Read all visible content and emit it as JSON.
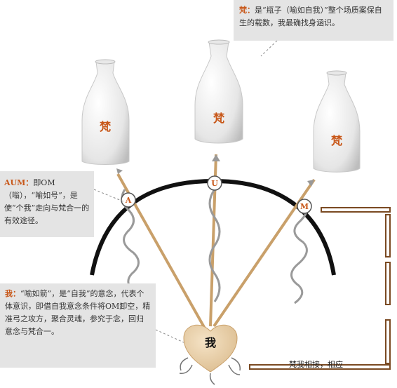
{
  "vases": [
    {
      "id": "left",
      "char": "梵"
    },
    {
      "id": "center",
      "char": "梵"
    },
    {
      "id": "right",
      "char": "梵"
    }
  ],
  "nodes": {
    "a": "A",
    "u": "U",
    "m": "M"
  },
  "heart": {
    "char": "我"
  },
  "notes": {
    "fan": {
      "head": "梵：",
      "body": "是“瓶子（喻如自我）”整个场质案保自生的载数，我最确找身涵识。"
    },
    "aum": {
      "head": "AUM：",
      "body": "即OM（嗡），“喻如号”，是使“个我”走向与梵合一的有效途径。"
    },
    "wo": {
      "head": "我：",
      "body": "“喻如箭”，是“自我”的意念，代表个体意识，即借自我意念条件将OM卸空，精准弓之攻方，聚合灵魂，参究于念，回归意念与梵合一。"
    }
  },
  "bottom_label": "梵我相接，相应",
  "colors": {
    "accent": "#c8581a",
    "arc": "#111111",
    "frame": "#7a4a22",
    "arrow": "#c9a06a",
    "heart": "#e9cfa5"
  }
}
